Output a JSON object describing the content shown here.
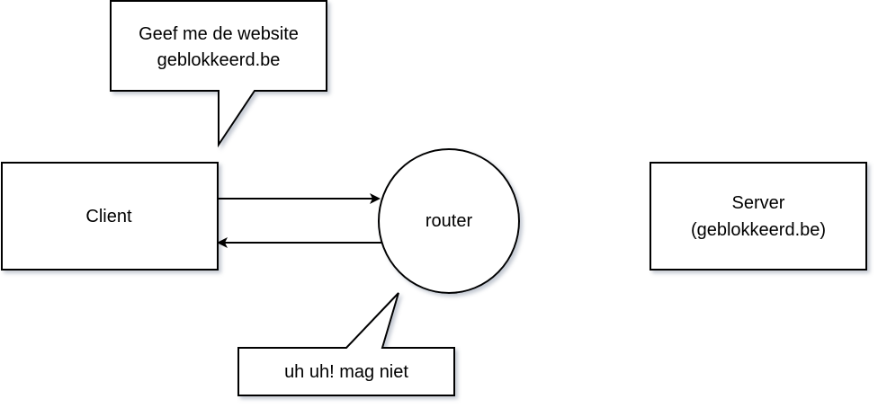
{
  "nodes": {
    "client": {
      "label": "Client"
    },
    "router": {
      "label": "router"
    },
    "server": {
      "line1": "Server",
      "line2": "(geblokkeerd.be)"
    }
  },
  "callouts": {
    "request": {
      "line1": "Geef me de website",
      "line2": "geblokkeerd.be"
    },
    "response": {
      "text": "uh uh! mag niet"
    }
  },
  "colors": {
    "stroke": "#000000",
    "fill": "#ffffff",
    "shadow": "#9aa3b5"
  }
}
